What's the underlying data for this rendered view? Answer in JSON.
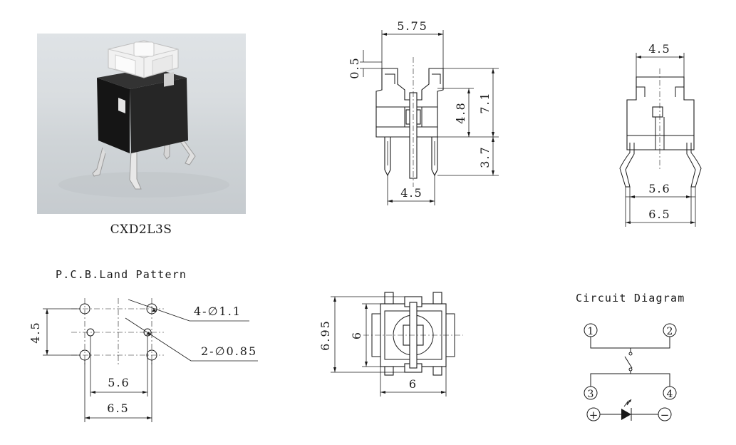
{
  "photo": {
    "caption": "CXD2L3S"
  },
  "front_view": {
    "top_width": "5.75",
    "offset": "0.5",
    "height_inner": "4.8",
    "height_total": "7.1",
    "pin_length": "3.7",
    "pin_spacing": "4.5"
  },
  "side_view": {
    "top_width": "4.5",
    "pin_inner": "5.6",
    "pin_outer": "6.5"
  },
  "pcb": {
    "title": "P.C.B.Land Pattern",
    "vertical_spacing": "4.5",
    "large_holes": "4-∅1.1",
    "small_holes": "2-∅0.85",
    "inner_span": "5.6",
    "outer_span": "6.5"
  },
  "top_view": {
    "height_total": "6.95",
    "height_body": "6",
    "width_body": "6"
  },
  "circuit": {
    "title": "Circuit Diagram",
    "pin1": "1",
    "pin2": "2",
    "pin3": "3",
    "pin4": "4",
    "plus": "+",
    "minus": "−"
  }
}
